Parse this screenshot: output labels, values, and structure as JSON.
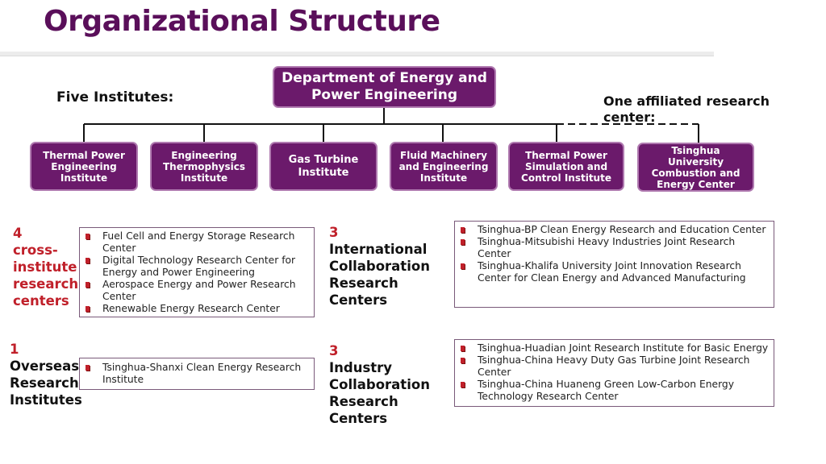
{
  "title": "Organizational Structure",
  "department": "Department of Energy and Power Engineering",
  "five_institutes_label": "Five Institutes:",
  "affiliated_label": "One affiliated research center:",
  "institutes": [
    "Thermal Power Engineering Institute",
    "Engineering Thermophysics Institute",
    "Gas Turbine Institute",
    "Fluid Machinery and Engineering Institute",
    "Thermal Power Simulation and Control Institute"
  ],
  "affiliated_center": "Tsinghua University Combustion and Energy Center",
  "cross_institute": {
    "count": "4",
    "label": "cross-institute research centers",
    "items": [
      "Fuel Cell and Energy Storage Research Center",
      "Digital Technology Research Center for Energy and Power Engineering",
      "Aerospace Energy and Power Research Center",
      "Renewable Energy Research Center"
    ]
  },
  "overseas": {
    "count": "1",
    "label": "Overseas Research Institutes",
    "items": [
      "Tsinghua-Shanxi Clean Energy Research Institute"
    ]
  },
  "international": {
    "count": "3",
    "label": "International Collaboration Research Centers",
    "items": [
      "Tsinghua-BP Clean Energy Research and Education Center",
      "Tsinghua-Mitsubishi Heavy Industries Joint Research Center",
      "Tsinghua-Khalifa University Joint Innovation Research Center for Clean Energy and Advanced Manufacturing"
    ]
  },
  "industry": {
    "count": "3",
    "label": "Industry Collaboration Research Centers",
    "items": [
      "Tsinghua-Huadian Joint Research Institute for Basic Energy",
      "Tsinghua-China Heavy Duty Gas Turbine Joint Research Center",
      "Tsinghua-China Huaneng Green Low-Carbon Energy Technology Research Center"
    ]
  },
  "colors": {
    "title": "#5a0f5a",
    "box_fill": "#6b1a6b",
    "accent_red": "#c0202a"
  }
}
